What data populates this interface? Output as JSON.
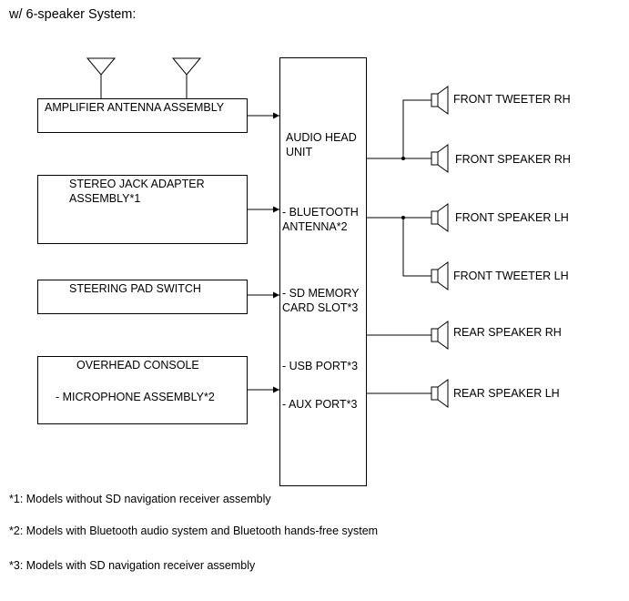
{
  "title": "w/ 6-speaker System:",
  "components": {
    "amplifier_antenna": "AMPLIFIER ANTENNA ASSEMBLY",
    "stereo_jack_line1": "STEREO JACK ADAPTER",
    "stereo_jack_line2": "ASSEMBLY*1",
    "steering_pad": "STEERING PAD SWITCH",
    "overhead_console": "OVERHEAD CONSOLE",
    "microphone": "- MICROPHONE ASSEMBLY*2"
  },
  "head_unit": {
    "title_line1": "AUDIO HEAD",
    "title_line2": "UNIT",
    "bluetooth_line1": "- BLUETOOTH",
    "bluetooth_line2": "ANTENNA*2",
    "sd_line1": "- SD MEMORY",
    "sd_line2": "CARD SLOT*3",
    "usb": "- USB PORT*3",
    "aux": "- AUX PORT*3"
  },
  "speakers": [
    "FRONT TWEETER RH",
    "FRONT SPEAKER RH",
    "FRONT SPEAKER LH",
    "FRONT TWEETER LH",
    "REAR SPEAKER RH",
    "REAR SPEAKER LH"
  ],
  "notes": [
    "*1: Models without SD navigation receiver assembly",
    "*2: Models with Bluetooth audio system and Bluetooth hands-free system",
    "*3: Models with SD navigation receiver assembly"
  ]
}
